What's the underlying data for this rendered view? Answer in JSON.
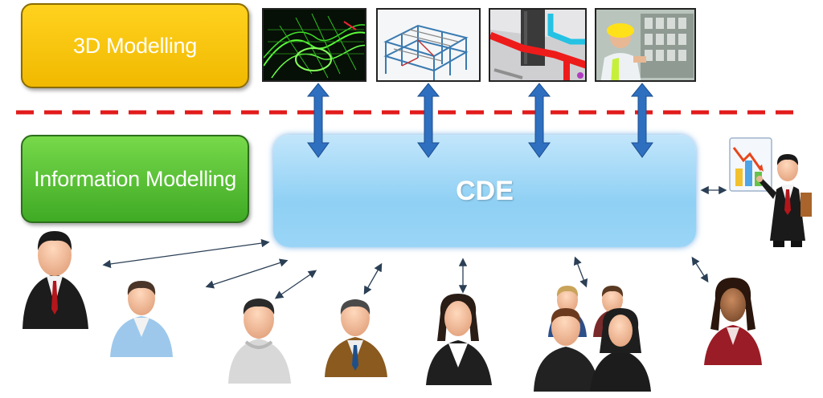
{
  "diagram": {
    "label_3d": "3D Modelling",
    "label_info": "Information Modelling",
    "cde_label": "CDE"
  },
  "thumbnails": [
    {
      "icon": "terrain-wireframe-icon"
    },
    {
      "icon": "structural-frame-icon"
    },
    {
      "icon": "mep-pipes-icon"
    },
    {
      "icon": "engineer-photo-icon"
    }
  ],
  "colors": {
    "dashed_line": "#e21a1a",
    "arrow": "#2e6fc0",
    "yellow_box": "#f5c400",
    "green_box": "#55c534",
    "cde_box": "#9fd6f6"
  }
}
